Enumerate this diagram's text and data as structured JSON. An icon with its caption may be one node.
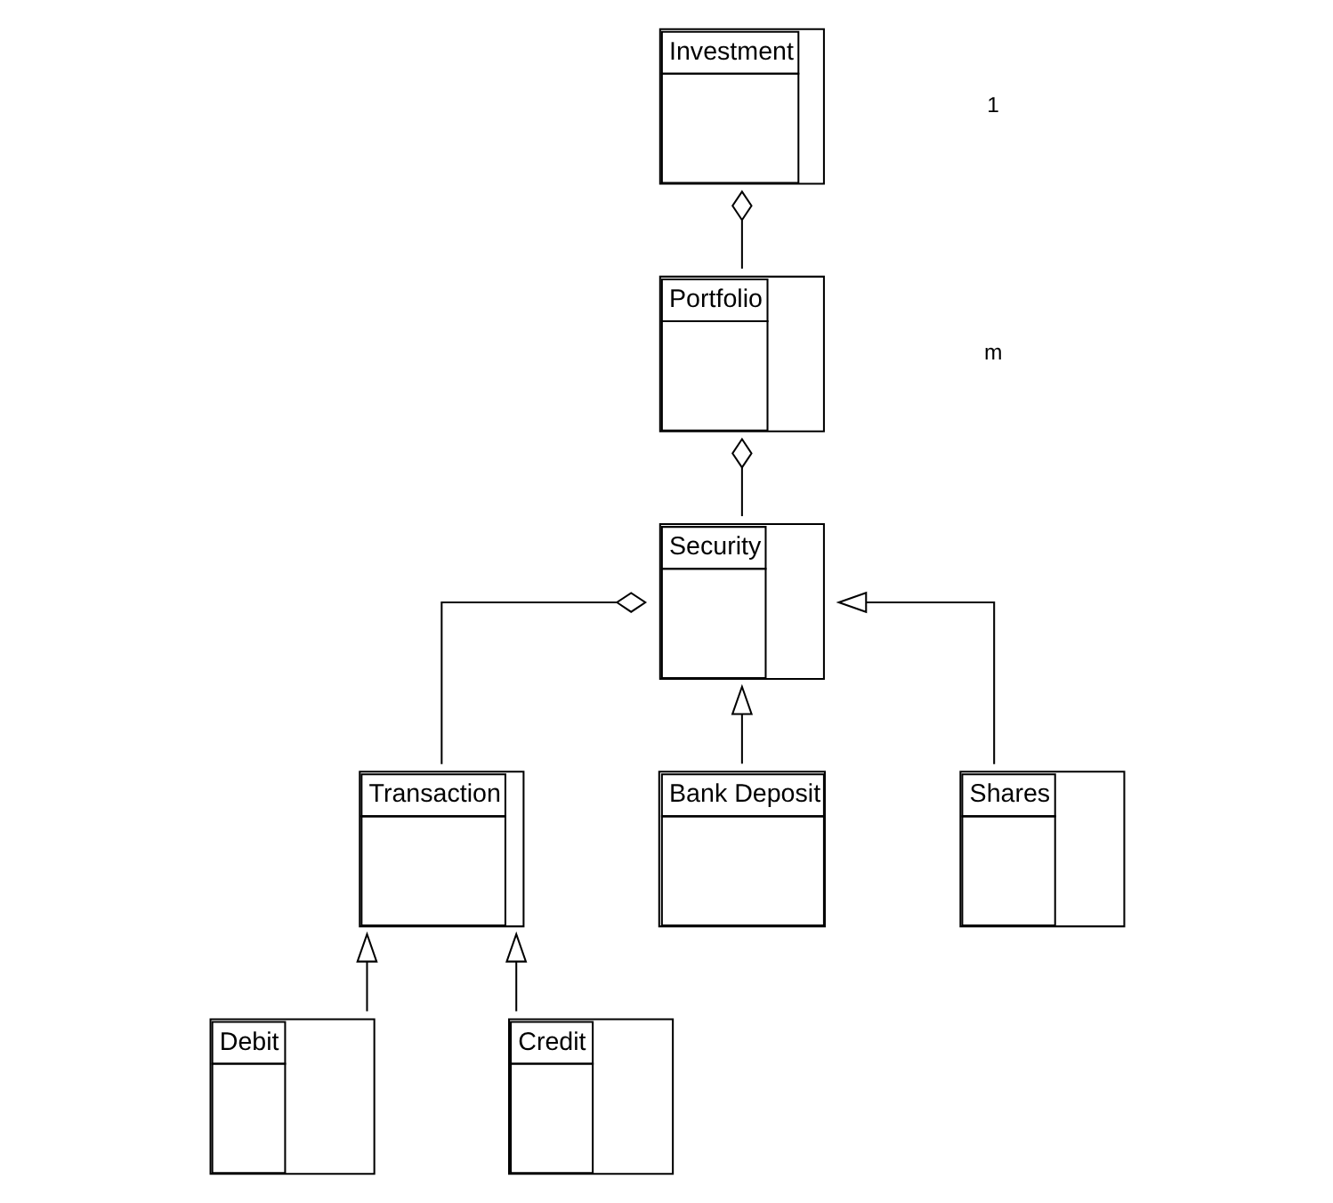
{
  "diagram": {
    "nodes": [
      {
        "text": [
          "Investment"
        ]
      },
      {
        "text": [
          "Portfolio"
        ]
      },
      {
        "text": [
          "Security"
        ]
      },
      {
        "text": [
          "Transaction"
        ]
      },
      {
        "text": [
          "Debit"
        ]
      },
      {
        "text": [
          "Credit"
        ]
      },
      {
        "text": [
          "Bank Deposit"
        ]
      },
      {
        "text": [
          "Shares"
        ]
      }
    ],
    "edges": [
      {
        "from": 0,
        "to": 1,
        "arrow": "other"
      },
      {
        "from": 1,
        "to": 2,
        "arrow": "other"
      },
      {
        "from": 2,
        "to": 3,
        "arrow": "other"
      },
      {
        "from": 4,
        "to": 3,
        "arrow": "to"
      },
      {
        "from": 5,
        "to": 3,
        "arrow": "to"
      },
      {
        "from": 6,
        "to": 2,
        "arrow": "to"
      },
      {
        "from": 7,
        "to": 2,
        "arrow": "to"
      }
    ],
    "labels": [
      "1",
      "m"
    ]
  }
}
